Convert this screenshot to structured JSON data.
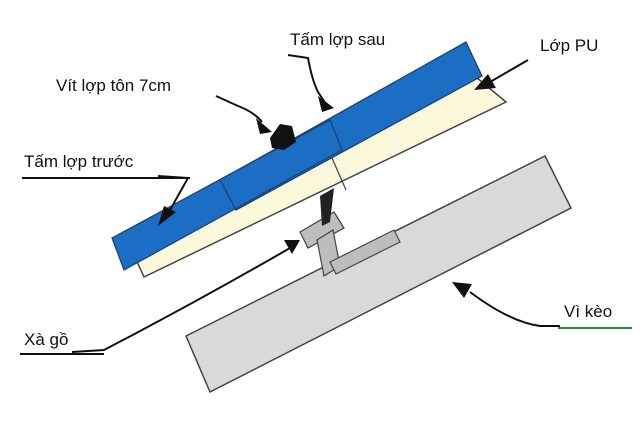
{
  "labels": {
    "tam_lop_sau": "Tấm lợp sau",
    "lop_pu": "Lớp PU",
    "vit_lop_ton": "Vít lợp tôn 7cm",
    "tam_lop_truoc": "Tấm lợp trước",
    "xa_go": "Xà gồ",
    "vi_keo": "Vì kèo"
  },
  "colors": {
    "roof_sheet_blue": "#1c6dc4",
    "pu_layer_cream": "#fbf8dc",
    "rafter_gray": "#d9d9d9",
    "purlin_gray": "#bdbdbd",
    "outline": "#333333",
    "leader": "#111111",
    "underline_green": "#2e8b3a"
  }
}
